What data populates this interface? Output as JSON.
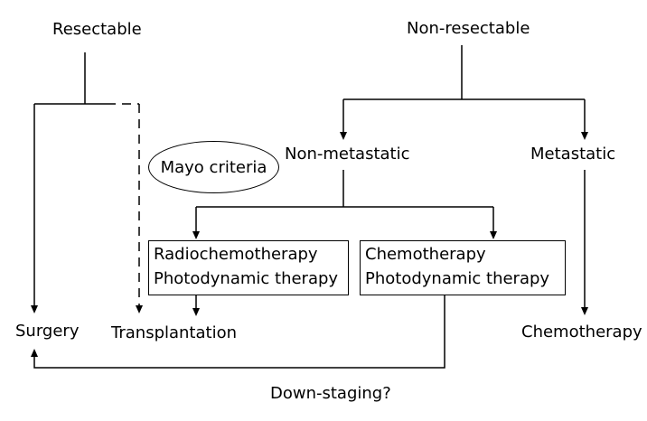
{
  "diagram": {
    "nodes": {
      "resectable": "Resectable",
      "non_resectable": "Non-resectable",
      "non_metastatic": "Non-metastatic",
      "metastatic": "Metastatic",
      "mayo_criteria": "Mayo criteria",
      "surgery": "Surgery",
      "transplantation": "Transplantation",
      "chemotherapy_metastatic": "Chemotherapy",
      "down_staging": "Down-staging?"
    },
    "box_left": {
      "line1": "Radiochemotherapy",
      "line2": "Photodynamic therapy"
    },
    "box_right": {
      "line1": "Chemotherapy",
      "line2": "Photodynamic therapy"
    }
  }
}
